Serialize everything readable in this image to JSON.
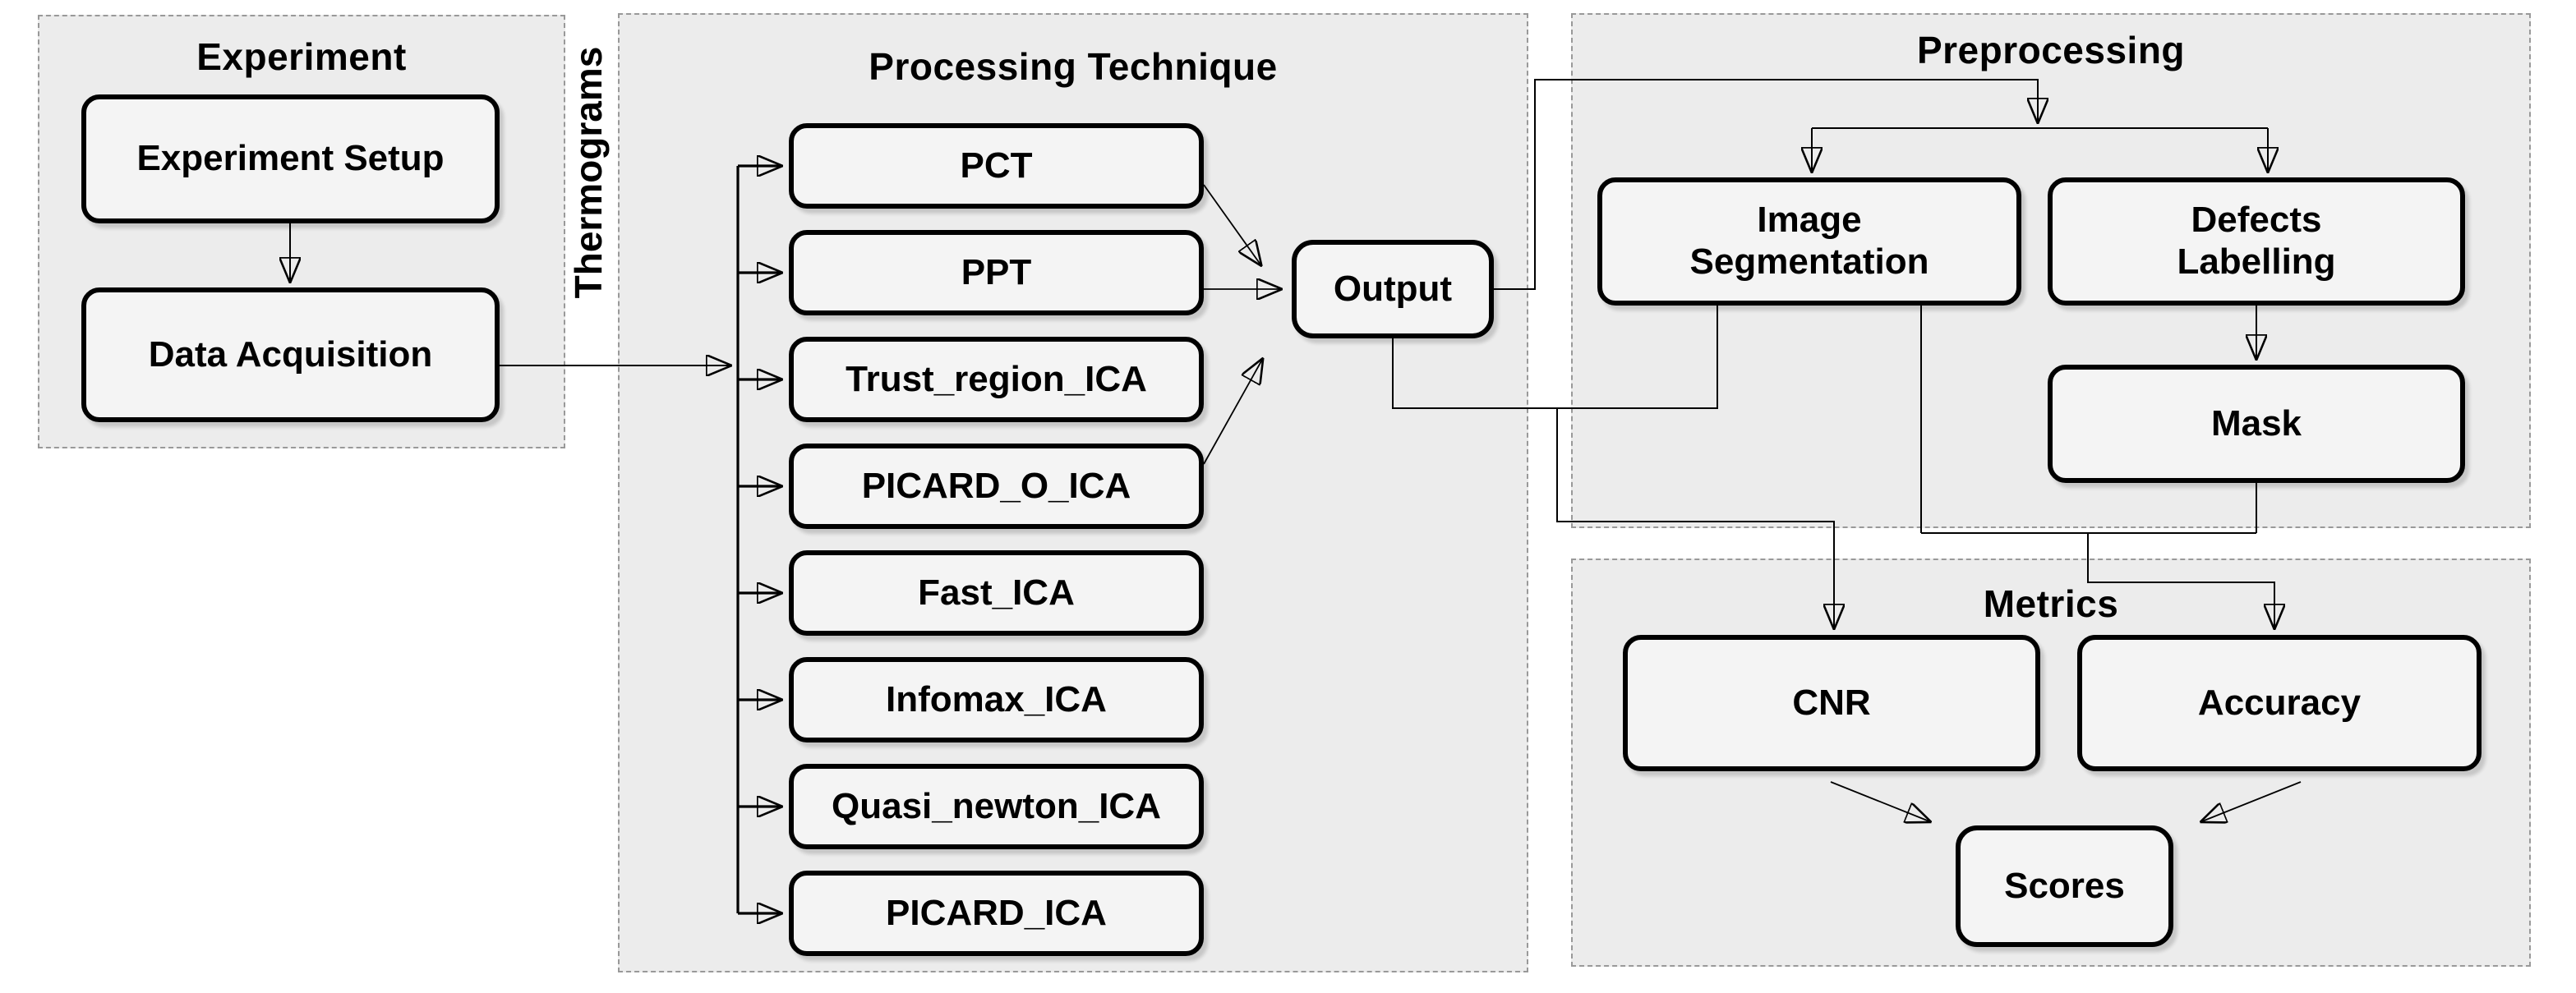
{
  "diagram": {
    "groups": {
      "experiment": {
        "title": "Experiment"
      },
      "processing": {
        "title": "Processing Technique"
      },
      "preprocessing": {
        "title": "Preprocessing"
      },
      "metrics": {
        "title": "Metrics"
      }
    },
    "nodes": {
      "experiment_setup": {
        "label": "Experiment Setup"
      },
      "data_acquisition": {
        "label": "Data Acquisition"
      },
      "pct": {
        "label": "PCT"
      },
      "ppt": {
        "label": "PPT"
      },
      "trust_region_ica": {
        "label": "Trust_region_ICA"
      },
      "picard_o_ica": {
        "label": "PICARD_O_ICA"
      },
      "fast_ica": {
        "label": "Fast_ICA"
      },
      "infomax_ica": {
        "label": "Infomax_ICA"
      },
      "quasi_newton_ica": {
        "label": "Quasi_newton_ICA"
      },
      "picard_ica": {
        "label": "PICARD_ICA"
      },
      "output": {
        "label": "Output"
      },
      "image_segmentation": {
        "label": "Image Segmentation"
      },
      "defects_labelling": {
        "label": "Defects Labelling"
      },
      "mask": {
        "label": "Mask"
      },
      "cnr": {
        "label": "CNR"
      },
      "accuracy": {
        "label": "Accuracy"
      },
      "scores": {
        "label": "Scores"
      }
    },
    "edge_labels": {
      "thermograms": "Thermograms"
    },
    "edges": [
      {
        "from": "Experiment Setup",
        "to": "Data Acquisition"
      },
      {
        "from": "Data Acquisition",
        "to": "PCT",
        "via": "Thermograms"
      },
      {
        "from": "Data Acquisition",
        "to": "PPT",
        "via": "Thermograms"
      },
      {
        "from": "Data Acquisition",
        "to": "Trust_region_ICA",
        "via": "Thermograms"
      },
      {
        "from": "Data Acquisition",
        "to": "PICARD_O_ICA",
        "via": "Thermograms"
      },
      {
        "from": "Data Acquisition",
        "to": "Fast_ICA",
        "via": "Thermograms"
      },
      {
        "from": "Data Acquisition",
        "to": "Infomax_ICA",
        "via": "Thermograms"
      },
      {
        "from": "Data Acquisition",
        "to": "Quasi_newton_ICA",
        "via": "Thermograms"
      },
      {
        "from": "Data Acquisition",
        "to": "PICARD_ICA",
        "via": "Thermograms"
      },
      {
        "from": "PCT",
        "to": "Output"
      },
      {
        "from": "PPT",
        "to": "Output"
      },
      {
        "from": "PICARD_O_ICA",
        "to": "Output"
      },
      {
        "from": "Output",
        "to": "Image Segmentation"
      },
      {
        "from": "Output",
        "to": "Defects Labelling"
      },
      {
        "from": "Defects Labelling",
        "to": "Mask"
      },
      {
        "from": "Output",
        "to": "CNR"
      },
      {
        "from": "Image Segmentation",
        "to": "CNR"
      },
      {
        "from": "Image Segmentation",
        "to": "Accuracy"
      },
      {
        "from": "Mask",
        "to": "Accuracy"
      },
      {
        "from": "CNR",
        "to": "Scores"
      },
      {
        "from": "Accuracy",
        "to": "Scores"
      }
    ],
    "colors": {
      "group_fill": "#ececec",
      "node_fill": "#f4f4f4",
      "line": "#000000",
      "dashed_border": "#999999",
      "text": "#000000",
      "background": "#ffffff"
    }
  }
}
